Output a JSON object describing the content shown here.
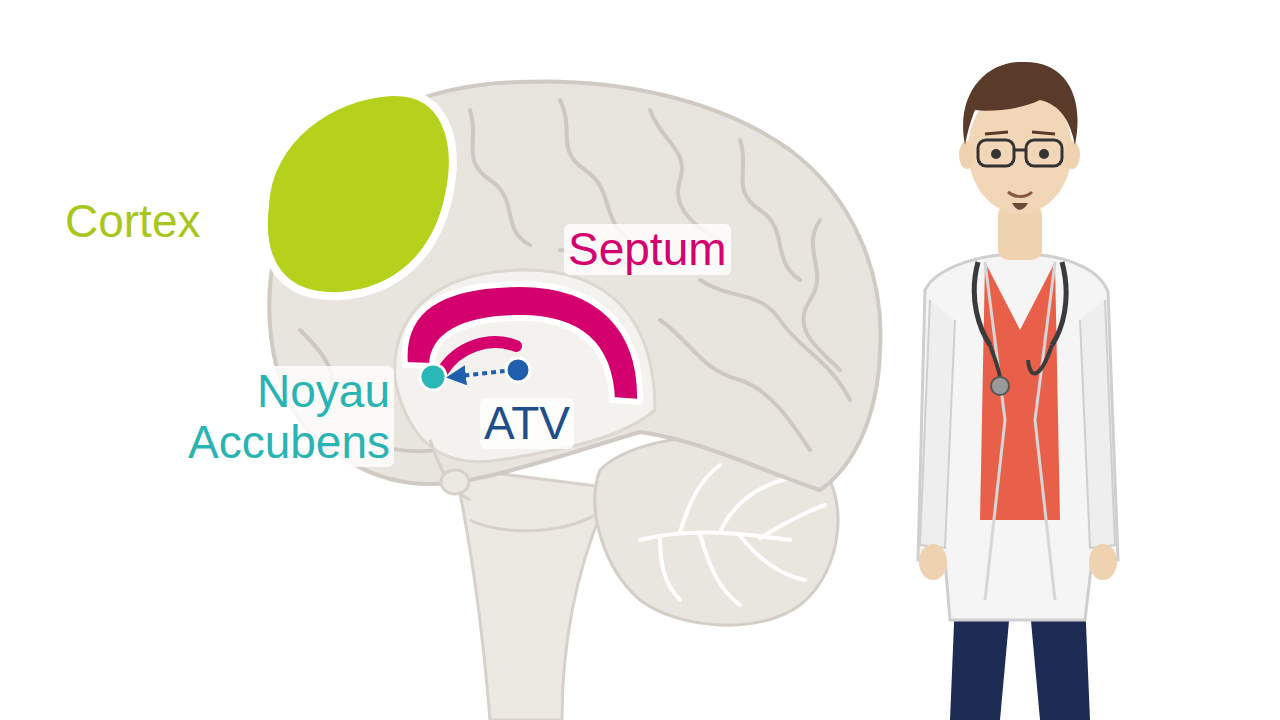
{
  "diagram": {
    "labels": [
      "Cortex",
      "Septum",
      "Noyau Accubens",
      "ATV"
    ]
  }
}
